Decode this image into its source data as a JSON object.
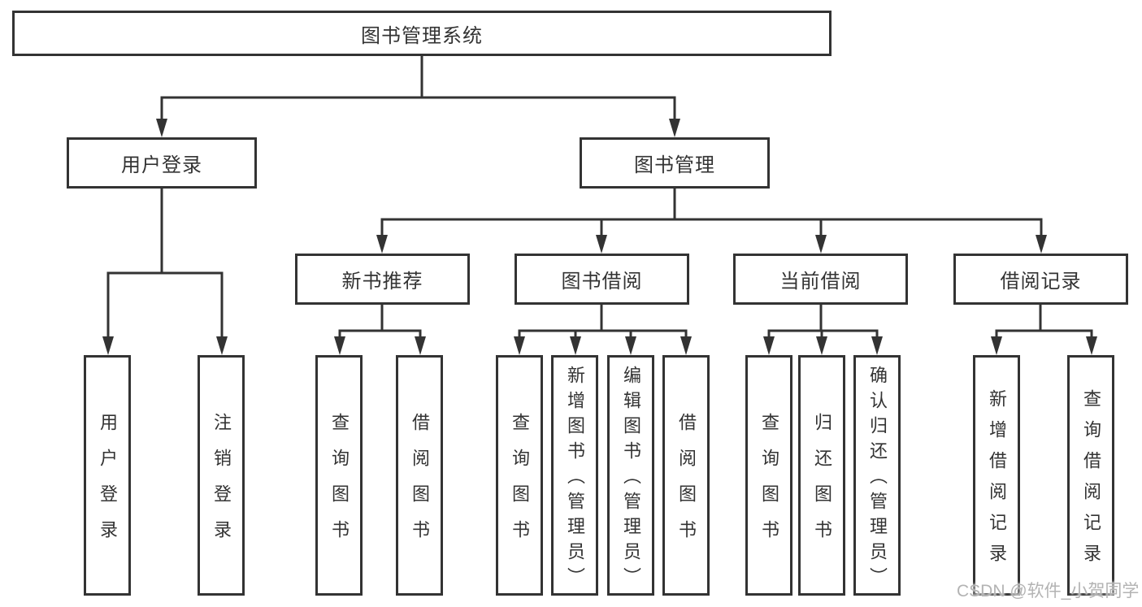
{
  "nodes": {
    "root": "图书管理系统",
    "branches": [
      {
        "label": "用户登录"
      },
      {
        "label": "图书管理"
      }
    ],
    "modules": [
      {
        "label": "新书推荐"
      },
      {
        "label": "图书借阅"
      },
      {
        "label": "当前借阅"
      },
      {
        "label": "借阅记录"
      }
    ],
    "leaves": [
      {
        "label": "用户登录"
      },
      {
        "label": "注销登录"
      },
      {
        "label": "查询图书"
      },
      {
        "label": "借阅图书"
      },
      {
        "label": "查询图书"
      },
      {
        "label": "新增图书（管理员）"
      },
      {
        "label": "编辑图书（管理员）"
      },
      {
        "label": "借阅图书"
      },
      {
        "label": "查询图书"
      },
      {
        "label": "归还图书"
      },
      {
        "label": "确认归还（管理员）"
      },
      {
        "label": "新增借阅记录"
      },
      {
        "label": "查询借阅记录"
      }
    ]
  },
  "watermark": "CSDN @软件_小贺同学",
  "colors": {
    "line": "#333333",
    "box_border": "#333333",
    "text": "#333333",
    "background": "#ffffff",
    "watermark": "#b3b3b3"
  }
}
